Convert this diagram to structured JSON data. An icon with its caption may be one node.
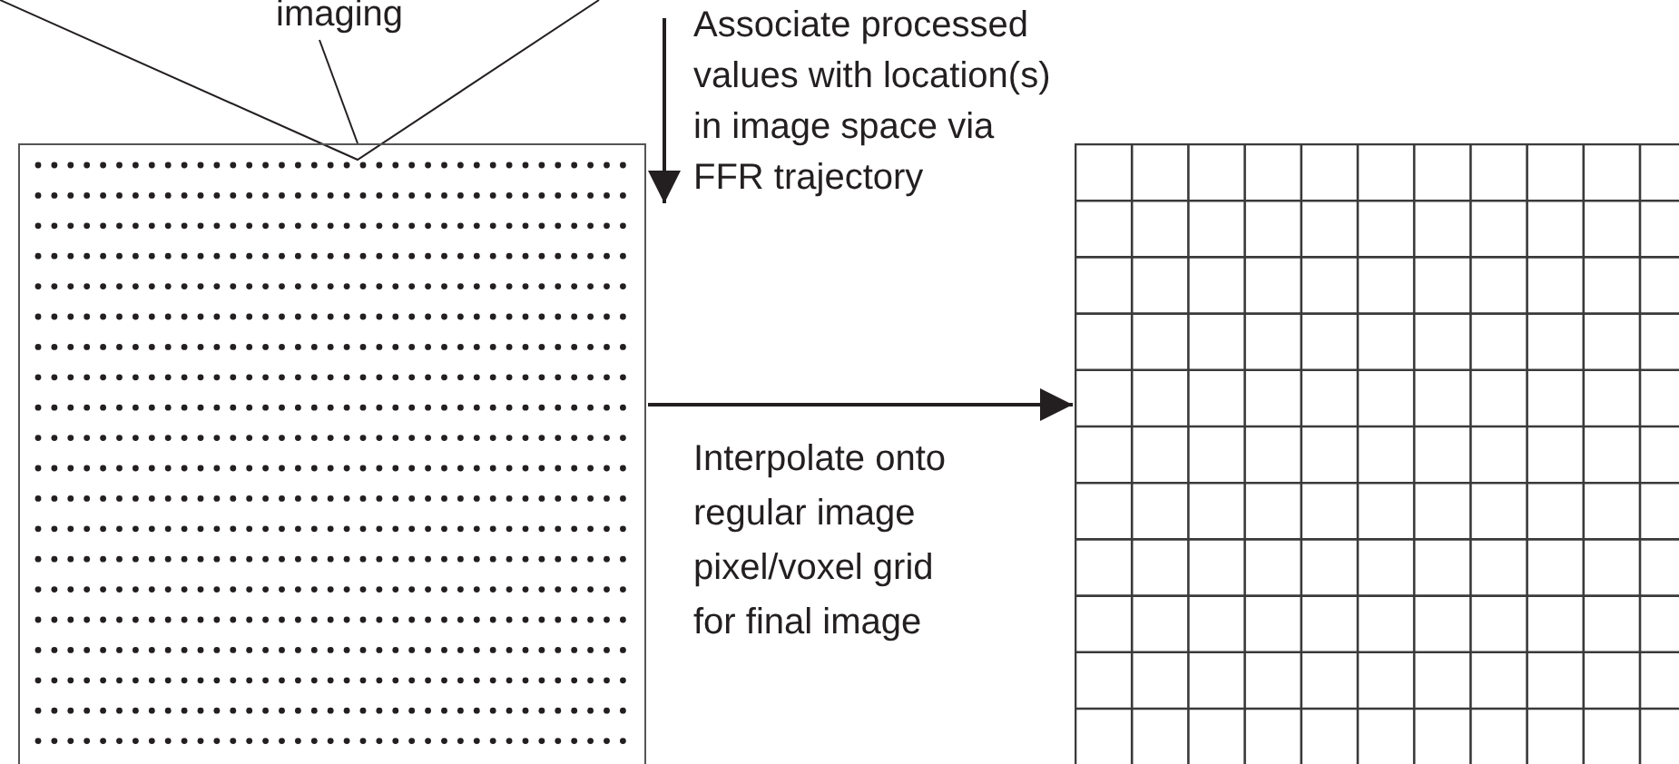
{
  "diagram": {
    "nodes": [
      {
        "text": [],
        "shape": "picture"
      },
      {
        "text": [],
        "shape": "picture"
      },
      {
        "text": [
          "imaging"
        ]
      }
    ],
    "edges": [
      {
        "from": 2,
        "to": 0,
        "arrow": "none"
      },
      {
        "from": 0,
        "to": 1,
        "arrow": "to",
        "label": "Interpolate onto regular image pixel/voxel grid for final image"
      }
    ],
    "labels": [
      "Associate processed values with location(s) in image space via FFR trajectory"
    ]
  }
}
